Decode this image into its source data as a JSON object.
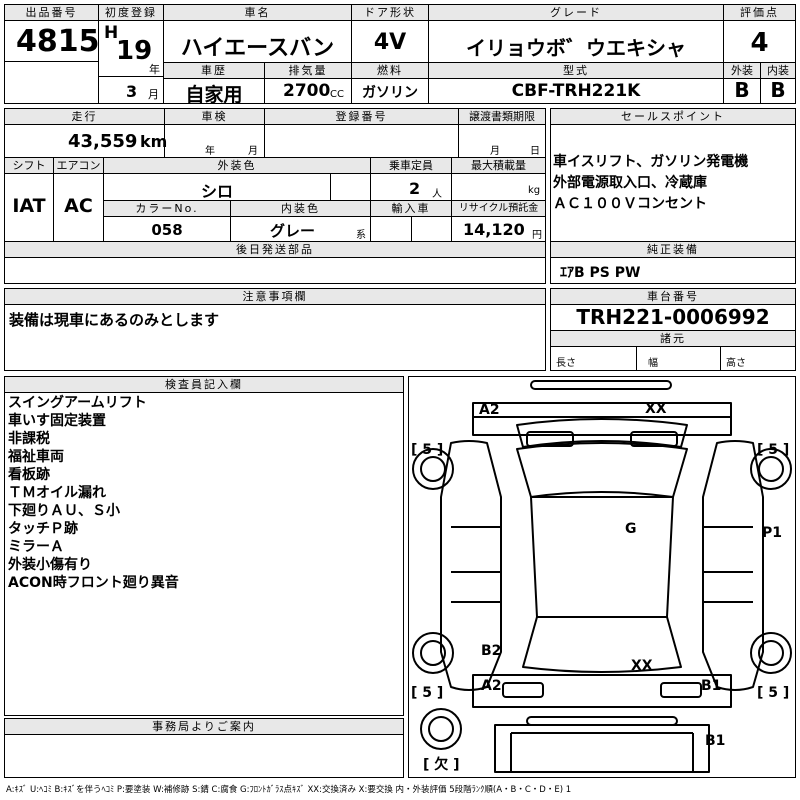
{
  "headers": {
    "lot_no": "出品番号",
    "first_reg": "初度登録",
    "model_name": "車名",
    "door": "ドア形状",
    "grade": "グレード",
    "score": "評価点",
    "history": "車歴",
    "displacement": "排気量",
    "fuel": "燃料",
    "model_code": "型式",
    "exterior": "外装",
    "interior": "内装",
    "mileage": "走行",
    "inspection": "車検",
    "reg_no": "登録番号",
    "transfer_doc": "譲渡書類期限",
    "shift": "シフト",
    "aircon": "エアコン",
    "ext_color": "外装色",
    "capacity": "乗車定員",
    "max_load": "最大積載量",
    "color_no": "カラーNo.",
    "int_color": "内装色",
    "import": "輸入車",
    "recycle": "リサイクル預託金",
    "later_parts": "後日発送部品",
    "sales_point": "セールスポイント",
    "genuine_equipment": "純正装備",
    "caution": "注意事項欄",
    "chassis_no": "車台番号",
    "dimensions": "諸元",
    "inspector": "検査員記入欄",
    "office": "事務局よりご案内"
  },
  "values": {
    "lot_no": "4815",
    "era": "H",
    "year": "19",
    "year_unit": "年",
    "month": "3",
    "month_unit": "月",
    "model_name": "ハイエースバン",
    "door": "4V",
    "grade": "イリョウボ゛ウエキシャ",
    "score": "4",
    "history": "自家用",
    "displacement": "2700",
    "displacement_unit": "CC",
    "fuel": "ガソリン",
    "model_code": "CBF-TRH221K",
    "exterior_grade": "B",
    "interior_grade": "B",
    "mileage": "43,559",
    "mileage_unit": "km",
    "inspection_year": "年",
    "inspection_month": "月",
    "transfer_month": "月",
    "transfer_day": "日",
    "shift": "IAT",
    "aircon": "AC",
    "ext_color": "シロ",
    "capacity": "2",
    "capacity_unit": "人",
    "max_load_unit": "kg",
    "color_no": "058",
    "int_color": "グレー",
    "int_color_unit": "系",
    "recycle": "14,120",
    "recycle_unit": "円",
    "chassis_no": "TRH221-0006992",
    "length_label": "長さ",
    "width_label": "幅",
    "height_label": "高さ",
    "genuine_equipment": "ｴｱB PS PW",
    "caution": "装備は現車にあるのみとします"
  },
  "sales_points": [
    "車イスリフト、ガソリン発電機",
    "外部電源取入口、冷蔵庫",
    "ＡＣ１００Ｖコンセント"
  ],
  "inspector_notes": [
    "スイングアームリフト",
    "車いす固定装置",
    "非課税",
    "福祉車両",
    "看板跡",
    "ＴＭオイル漏れ",
    "下廻りＡＵ、Ｓ小",
    "タッチＰ跡",
    "ミラーＡ",
    "外装小傷有り",
    "ACON時フロント廻り異音"
  ],
  "diagram_marks": {
    "a2_top": "A2",
    "xx_top": "XX",
    "g": "G",
    "p1": "P1",
    "b2": "B2",
    "xx_bottom": "XX",
    "a2_bottom": "A2",
    "b1_right": "B1",
    "b1_bottom": "B1",
    "tire_tl": "[ 5 ]",
    "tire_tr": "[ 5 ]",
    "tire_bl": "[ 5 ]",
    "tire_br": "[ 5 ]",
    "missing": "[ 欠 ]"
  },
  "legend": "A:ｷｽﾞ U:ﾍｺﾐ B:ｷｽﾞを伴うﾍｺﾐ P:要塗装 W:補修跡 S:錆 C:腐食 G:ﾌﾛﾝﾄｶﾞﾗｽ点ｷｽﾞ XX:交換済み X:要交換 内・外装評価 5段階ﾗﾝｸ順(A・B・C・D・E) 1"
}
